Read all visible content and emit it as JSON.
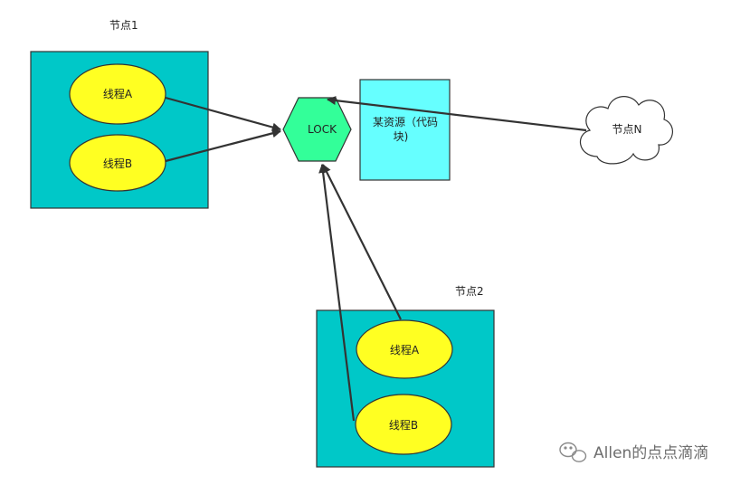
{
  "colors": {
    "node_fill": "#00c8c8",
    "thread_fill": "#ffff22",
    "lock_fill": "#33ff99",
    "resource_fill": "#66ffff",
    "stroke": "#333333",
    "watermark": "#6e6e6e"
  },
  "node1": {
    "label": "节点1",
    "thread_a": "线程A",
    "thread_b": "线程B"
  },
  "node2": {
    "label": "节点2",
    "thread_a": "线程A",
    "thread_b": "线程B"
  },
  "lock": {
    "label": "LOCK"
  },
  "resource": {
    "line1": "某资源（代码",
    "line2": "块)"
  },
  "cloud_node": {
    "label": "节点N"
  },
  "watermark": {
    "text": "Allen的点点滴滴",
    "icon": "wechat-icon"
  }
}
